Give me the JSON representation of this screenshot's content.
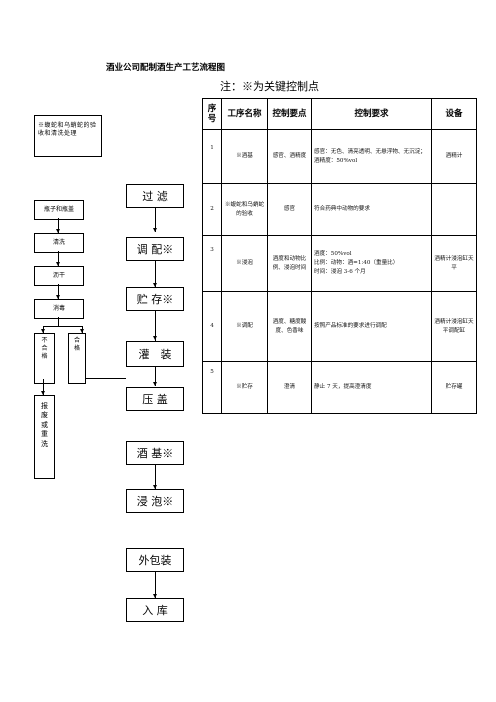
{
  "title": "酒业公司配制酒生产工艺流程图",
  "note": "注：※为关键控制点",
  "left_flow": {
    "intro_box": "※蝮蛇和乌蛸蛇的验收和清洗处理",
    "steps": [
      "瓶子和瓶盖",
      "清洗",
      "沥干",
      "消毒"
    ],
    "fail_label": "不合格",
    "pass_label": "合格",
    "reject_label": "报废或重洗"
  },
  "main_flow": [
    "过 滤",
    "调 配※",
    "贮 存※",
    "灌　装",
    "压 盖",
    "酒 基※",
    "浸 泡※",
    "外包装",
    "入 库"
  ],
  "table": {
    "headers": [
      "序号",
      "工序名称",
      "控制要点",
      "控制要求",
      "设备"
    ],
    "rows": [
      {
        "no": "1",
        "process": "※酒基",
        "points": "感官、酒精度",
        "requirements": [
          "感官：无色、清亮透明、无悬浮物、无沉淀；",
          "酒精度：50%vol"
        ],
        "equipment": "酒精计"
      },
      {
        "no": "2",
        "process": "※蝮蛇和乌蛸蛇的验收",
        "points": "感官",
        "requirements": [
          "符合药典中动物的要求"
        ],
        "equipment": ""
      },
      {
        "no": "3",
        "process": "※浸泡",
        "points": "酒度和动物比例、浸泡时间",
        "requirements": [
          "酒度：50%vol",
          "比例：动物：酒=1:40（重量比）",
          "时间：浸泡 3-6 个月"
        ],
        "equipment": "酒精计浸泡缸天平"
      },
      {
        "no": "4",
        "process": "※调配",
        "points": "酒度、糖度酸度、色香味",
        "requirements": [
          "按照产品标准的要求进行调配"
        ],
        "equipment": "酒精计浸泡缸天平调配缸"
      },
      {
        "no": "5",
        "process": "※贮存",
        "points": "澄清",
        "requirements": [
          "静止 7 天，提高澄清度"
        ],
        "equipment": "贮存罐"
      }
    ]
  }
}
